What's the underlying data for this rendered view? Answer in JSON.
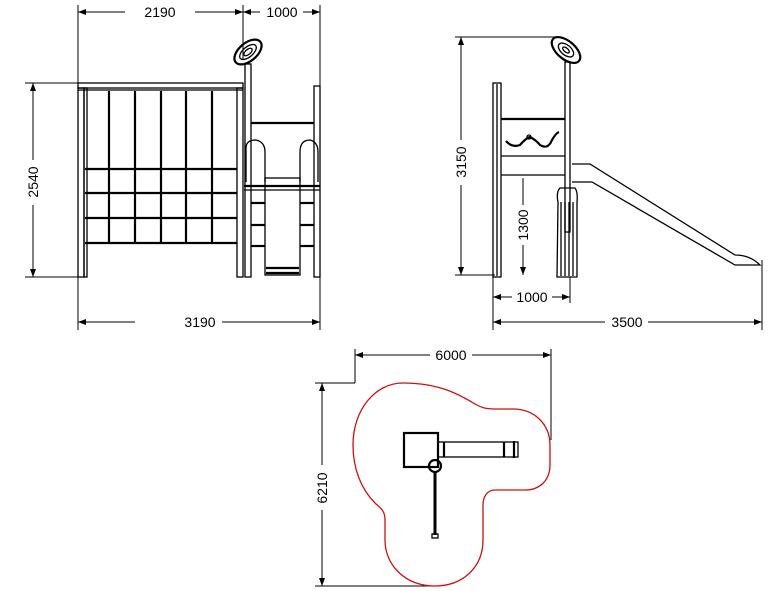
{
  "drawing": {
    "front_view": {
      "width_left": "2190",
      "width_right": "1000",
      "height": "2540",
      "total_width": "3190"
    },
    "side_view": {
      "total_height": "3150",
      "platform_height": "1300",
      "depth": "1000",
      "total_length": "3500"
    },
    "plan_view": {
      "safety_width": "6000",
      "safety_depth": "6210"
    },
    "colors": {
      "safety_zone": "#cc1111",
      "lines": "#000000"
    }
  }
}
